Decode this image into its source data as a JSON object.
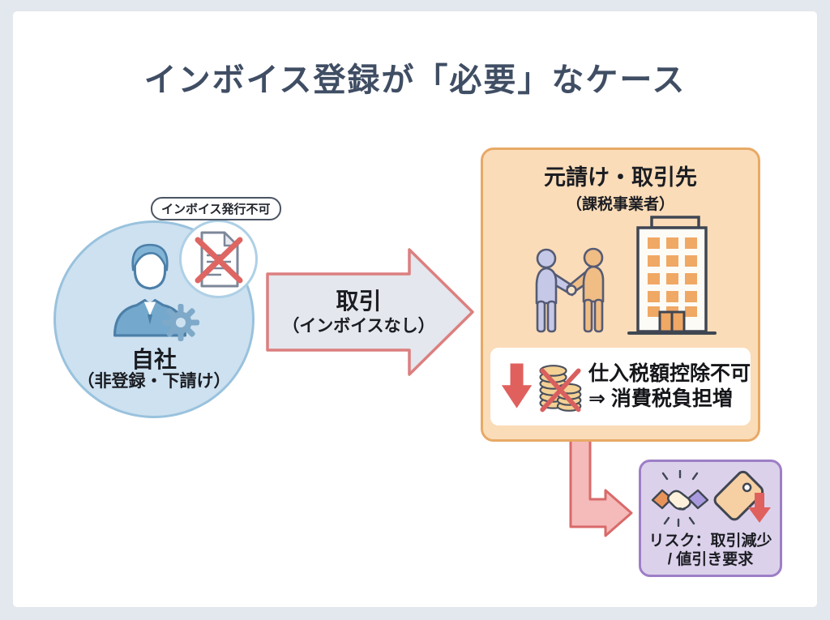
{
  "title": "インボイス登録が「必要」なケース",
  "self_company": {
    "badge": "インボイス発行不可",
    "name": "自社",
    "note": "（非登録・下請け）"
  },
  "transaction_arrow": {
    "label": "取引",
    "note": "（インボイスなし）"
  },
  "partner_box": {
    "title": "元請け・取引先",
    "note": "（課税事業者）",
    "impact_line1": "仕入税額控除不可",
    "impact_line2": "⇒ 消費税負担増"
  },
  "risk_box": {
    "line1": "リスク：取引減少",
    "line2": "/ 値引き要求"
  },
  "icons": {
    "self": [
      "person-icon",
      "gear-icon",
      "document-x-icon"
    ],
    "partner": [
      "handshake-people-icon",
      "building-icon",
      "down-arrow-icon",
      "coins-x-icon"
    ],
    "risk": [
      "handshake-icon",
      "price-tag-down-icon"
    ]
  },
  "colors": {
    "background": "#e3e7ee",
    "panel": "#ffffff",
    "title_text": "#404e64",
    "circle_fill": "#cde1f0",
    "circle_border": "#99c2dd",
    "arrow_fill": "#e4e7ed",
    "arrow_border": "#dc7f7f",
    "partner_fill": "#fadcb8",
    "partner_border": "#e8a966",
    "risk_fill": "#dcd1eb",
    "risk_border": "#9d7ec6",
    "red": "#e0605d",
    "pink_arrow_fill": "#f5baba",
    "pink_arrow_border": "#d96a6a"
  }
}
